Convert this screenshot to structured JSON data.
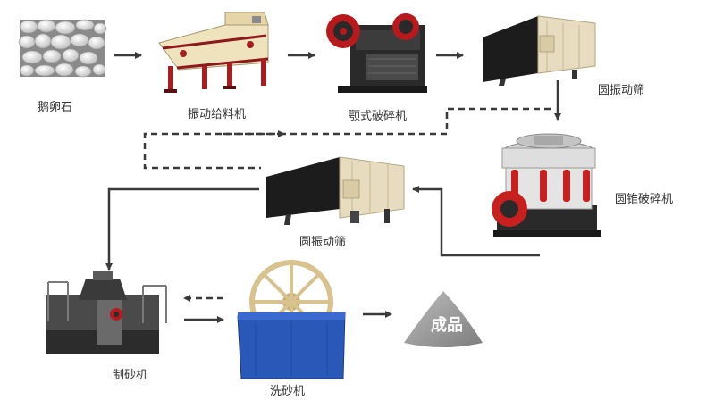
{
  "nodes": {
    "pebbles": "鹅卵石",
    "vibrating_feeder": "振动给料机",
    "jaw_crusher": "颚式破碎机",
    "vibrating_screen_1": "圆振动筛",
    "cone_crusher": "圆锥破碎机",
    "vibrating_screen_2": "圆振动筛",
    "sand_maker": "制砂机",
    "sand_washer": "洗砂机",
    "product": "成品"
  },
  "colors": {
    "arrow": "#3a3a3a",
    "screen_panel": "#e8dcc0",
    "screen_frame": "#1c1c1c",
    "feeder_accent": "#a41e22",
    "cone_accent": "#c8201f",
    "washer_body": "#2a58b8",
    "washer_wheel": "#d8c28e",
    "product_pile": "#9e9e9e",
    "pebble": "#dcdcdc"
  }
}
